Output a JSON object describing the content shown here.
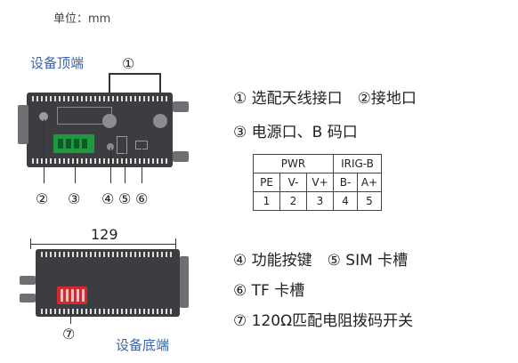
{
  "unit_label": "单位：mm",
  "top_section_title": "设备顶端",
  "bottom_section_title": "设备底端",
  "dimension_value": "129",
  "callout_numbers": {
    "n1": "①",
    "n2": "②",
    "n3": "③",
    "n4": "④",
    "n5": "⑤",
    "n6": "⑥",
    "n7": "⑦"
  },
  "legend": {
    "line1": "① 选配天线接口　②接地口",
    "line2": "③ 电源口、B 码口",
    "line3": "④ 功能按键　⑤ SIM 卡槽",
    "line4": "⑥ TF 卡槽",
    "line5": "⑦ 120Ω匹配电阻拨码开关"
  },
  "pin_table": {
    "group_headers": [
      "PWR",
      "IRIG-B"
    ],
    "pin_names": [
      "PE",
      "V-",
      "V+",
      "B-",
      "A+"
    ],
    "pin_numbers": [
      "1",
      "2",
      "3",
      "4",
      "5"
    ]
  },
  "colors": {
    "section_title": "#3a63a8",
    "terminal_block": "#1e9a3e",
    "dip_switch": "#d4282e",
    "device_body": "#3b3d41"
  }
}
